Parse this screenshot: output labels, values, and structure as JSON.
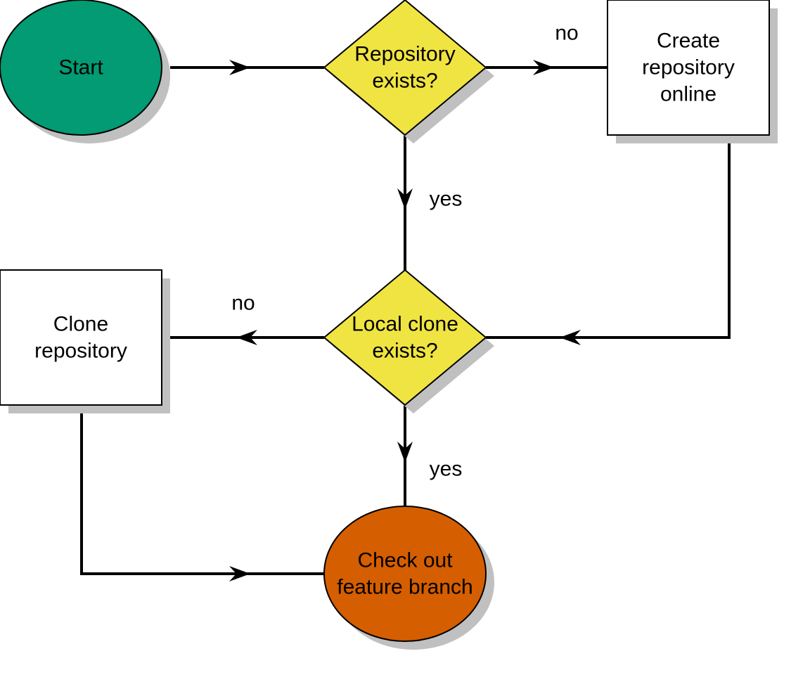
{
  "diagram": {
    "colors": {
      "start": "#029B73",
      "decision": "#F0E442",
      "process": "#FFFFFF",
      "end": "#D55E00",
      "shadow": "#C0C0C0",
      "line": "#000000"
    },
    "nodes": {
      "start": {
        "type": "terminal",
        "lines": [
          "Start"
        ]
      },
      "repo_exists": {
        "type": "decision",
        "lines": [
          "Repository",
          "exists?"
        ]
      },
      "create_repo": {
        "type": "process",
        "lines": [
          "Create",
          "repository",
          "online"
        ]
      },
      "local_clone": {
        "type": "decision",
        "lines": [
          "Local clone",
          "exists?"
        ]
      },
      "clone_repo": {
        "type": "process",
        "lines": [
          "Clone",
          "repository"
        ]
      },
      "checkout": {
        "type": "terminal",
        "lines": [
          "Check out",
          "feature branch"
        ]
      }
    },
    "edges": [
      {
        "from": "start",
        "to": "repo_exists",
        "label": ""
      },
      {
        "from": "repo_exists",
        "to": "create_repo",
        "label": "no"
      },
      {
        "from": "repo_exists",
        "to": "local_clone",
        "label": "yes"
      },
      {
        "from": "create_repo",
        "to": "local_clone",
        "label": ""
      },
      {
        "from": "local_clone",
        "to": "clone_repo",
        "label": "no"
      },
      {
        "from": "local_clone",
        "to": "checkout",
        "label": "yes"
      },
      {
        "from": "clone_repo",
        "to": "checkout",
        "label": ""
      }
    ]
  }
}
